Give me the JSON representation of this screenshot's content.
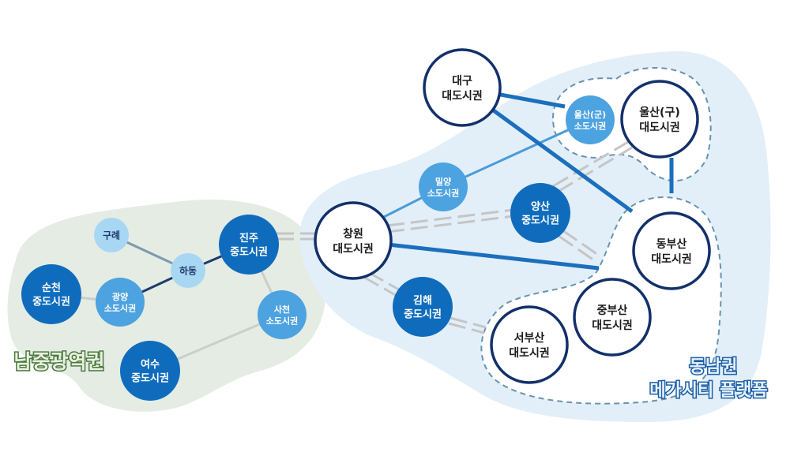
{
  "colors": {
    "navy": "#13306b",
    "dark_blue": "#0f6cbd",
    "medium_blue": "#4da2e0",
    "light_blue": "#a8d7f4",
    "green_region": "#e3ebe3",
    "blue_region": "#e3f0fa",
    "link_gray": "#c8c8c8",
    "link_blue": "#1b6fbd"
  },
  "regions": {
    "namjung": "남중광역권",
    "dongnam_line1": "동남권",
    "dongnam_line2": "메가시티 플랫폼"
  },
  "nodes": [
    {
      "id": "gurye",
      "lines": [
        "구례"
      ],
      "type": "small"
    },
    {
      "id": "hadong",
      "lines": [
        "하동"
      ],
      "type": "small"
    },
    {
      "id": "jinju",
      "lines": [
        "진주",
        "중도시권"
      ],
      "type": "mid"
    },
    {
      "id": "suncheon",
      "lines": [
        "순천",
        "중도시권"
      ],
      "type": "mid"
    },
    {
      "id": "gwangyang",
      "lines": [
        "광양",
        "소도시권"
      ],
      "type": "minor"
    },
    {
      "id": "sacheon",
      "lines": [
        "사천",
        "소도시권"
      ],
      "type": "minor"
    },
    {
      "id": "yeosu",
      "lines": [
        "여수",
        "중도시권"
      ],
      "type": "mid"
    },
    {
      "id": "changwon",
      "lines": [
        "창원",
        "대도시권"
      ],
      "type": "metro"
    },
    {
      "id": "miryang",
      "lines": [
        "밀양",
        "소도시권"
      ],
      "type": "minor"
    },
    {
      "id": "yangsan",
      "lines": [
        "양산",
        "중도시권"
      ],
      "type": "mid"
    },
    {
      "id": "gimhae",
      "lines": [
        "김해",
        "중도시권"
      ],
      "type": "mid"
    },
    {
      "id": "daegu",
      "lines": [
        "대구",
        "대도시권"
      ],
      "type": "metro"
    },
    {
      "id": "ulsan_gun",
      "lines": [
        "울산(군)",
        "소도시권"
      ],
      "type": "minor"
    },
    {
      "id": "ulsan_gu",
      "lines": [
        "울산(구)",
        "대도시권"
      ],
      "type": "metro"
    },
    {
      "id": "dongbusan",
      "lines": [
        "동부산",
        "대도시권"
      ],
      "type": "metro"
    },
    {
      "id": "jungbusan",
      "lines": [
        "중부산",
        "대도시권"
      ],
      "type": "metro"
    },
    {
      "id": "seobusan",
      "lines": [
        "서부산",
        "대도시권"
      ],
      "type": "metro"
    }
  ]
}
